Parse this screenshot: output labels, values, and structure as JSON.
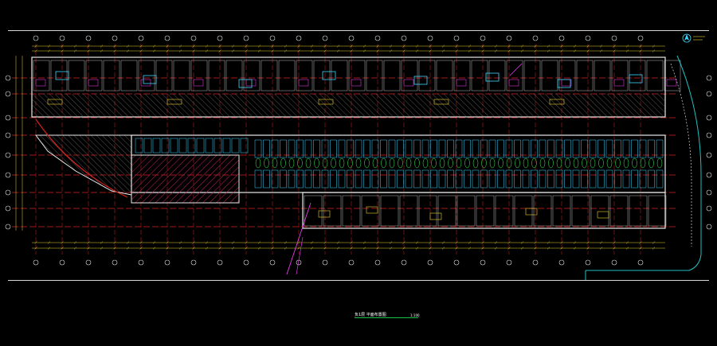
{
  "drawing": {
    "title": "负1层 平面布置图",
    "scale": "1:100",
    "north_symbol": "north-arrow",
    "colors": {
      "background": "#000000",
      "frame": "#d8d8d8",
      "walls": "#e8e8e8",
      "grid_axes": "#d82020",
      "dimensions": "#e8d030",
      "parking_stalls": "#3cd6ff",
      "hatch": "#c02060",
      "annotations": "#ff40ff",
      "equipment": "#40ff60",
      "site_boundary": "#20c0c0",
      "title_underline": "#19c24a"
    }
  }
}
